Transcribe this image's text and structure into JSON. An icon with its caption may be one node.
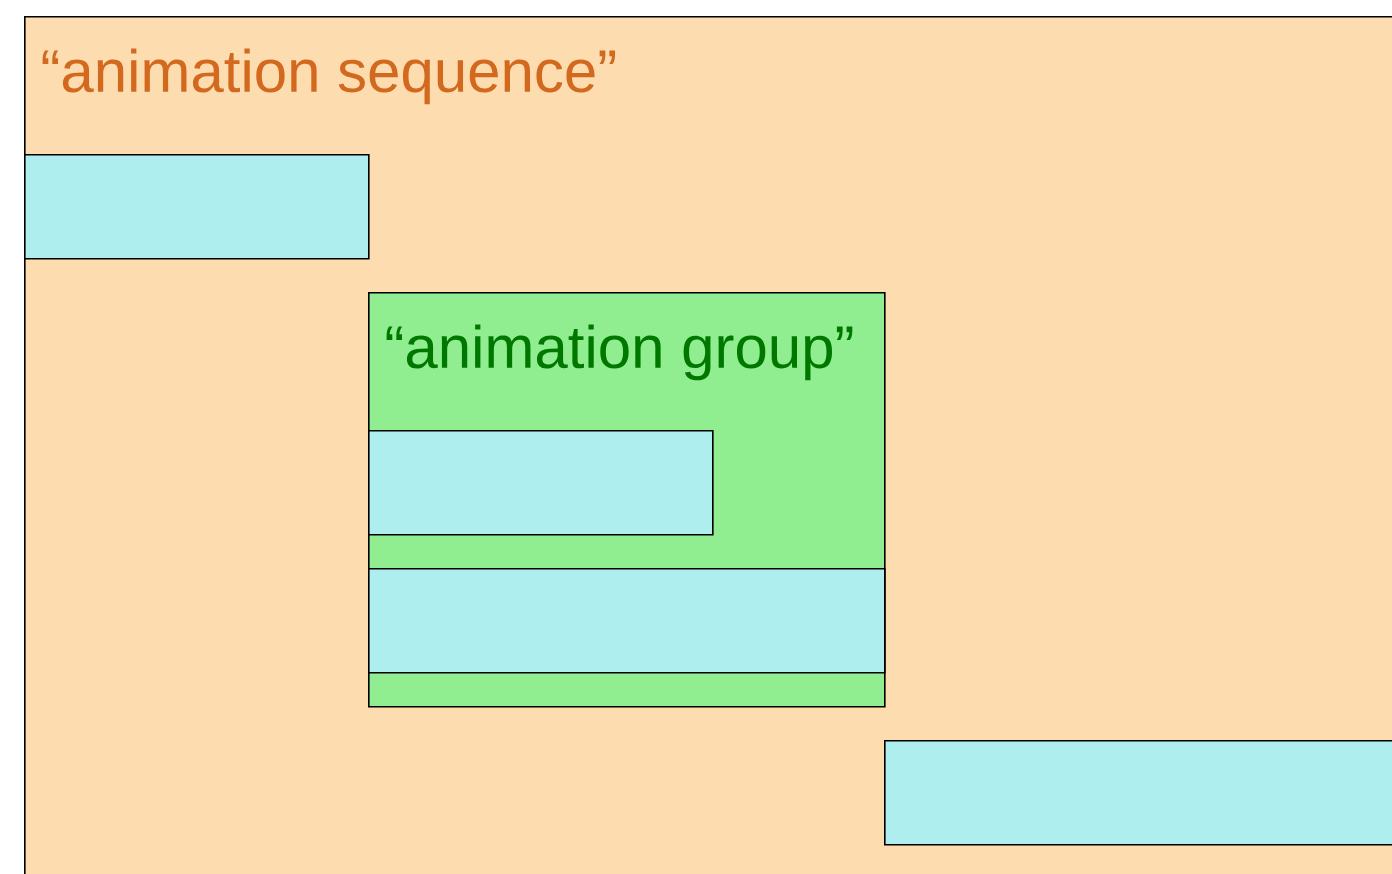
{
  "diagram": {
    "nodes": [
      {
        "text": [
          "“animation sequence”"
        ]
      },
      {
        "text": [],
        "shape": "box",
        "in": 0
      },
      {
        "text": [
          "“animation group”"
        ],
        "in": 0
      },
      {
        "text": [],
        "shape": "box",
        "in": 2
      },
      {
        "text": [],
        "shape": "box",
        "in": 2
      },
      {
        "text": [],
        "shape": "box",
        "in": 0
      }
    ]
  }
}
